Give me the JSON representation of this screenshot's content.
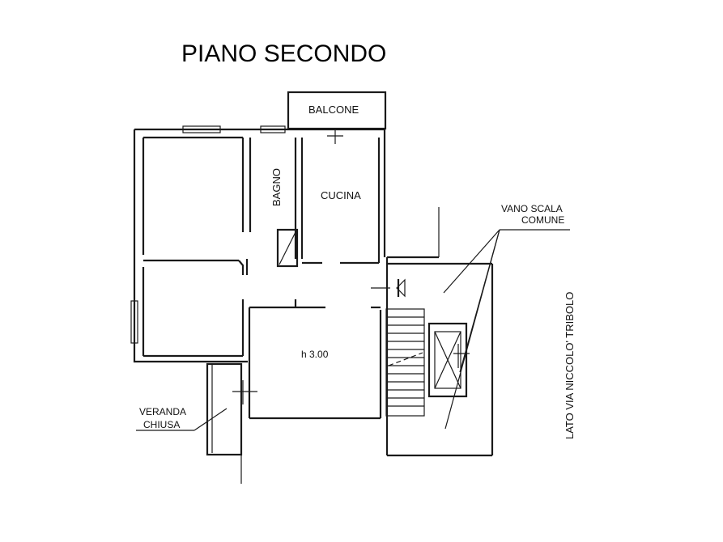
{
  "title": "PIANO SECONDO",
  "rooms": {
    "balcone": "BALCONE",
    "bagno": "BAGNO",
    "cucina": "CUCINA",
    "height": "h 3.00"
  },
  "annotations": {
    "stair_line1": "VANO SCALA",
    "stair_line2": "COMUNE",
    "veranda_line1": "VERANDA",
    "veranda_line2": "CHIUSA",
    "street": "LATO VIA NICCOLO' TRIBOLO"
  }
}
